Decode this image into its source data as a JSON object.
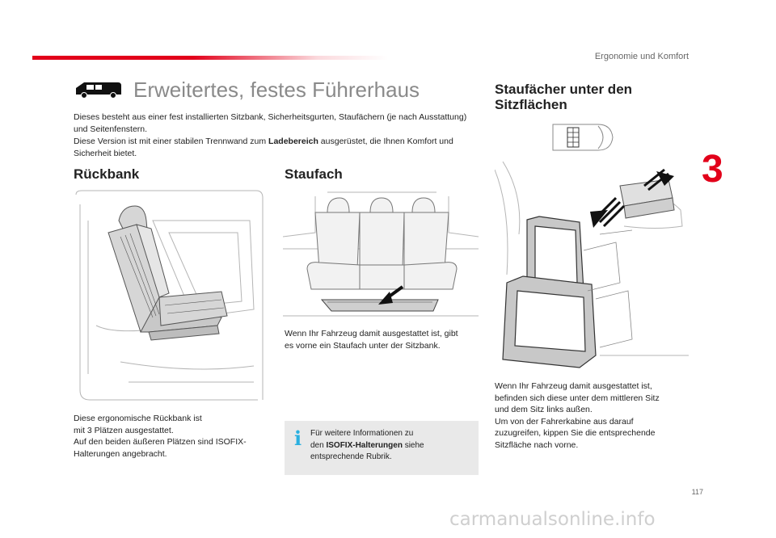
{
  "header": {
    "category": "Ergonomie und Komfort",
    "chapter": "3",
    "page": "117"
  },
  "title": "Erweitertes, festes Führerhaus",
  "intro": {
    "line1": "Dieses besteht aus einer fest installierten Sitzbank, Sicherheitsgurten, Staufächern (je nach Ausstattung) und Seitenfenstern.",
    "line2_pre": "Diese Version ist mit einer stabilen Trennwand zum ",
    "line2_bold": "Ladebereich",
    "line2_post": " ausgerüstet, die Ihnen Komfort und Sicherheit bietet."
  },
  "rueckbank": {
    "heading": "Rückbank",
    "text1": "Diese ergonomische Rückbank ist",
    "text2": "mit 3 Plätzen ausgestattet.",
    "text3": "Auf den beiden äußeren Plätzen sind ISOFIX-",
    "text4": "Halterungen angebracht."
  },
  "staufach": {
    "heading": "Staufach",
    "text1": "Wenn Ihr Fahrzeug damit ausgestattet ist, gibt",
    "text2": "es vorne ein Staufach unter der Sitzbank."
  },
  "info": {
    "icon": "i",
    "line1": "Für weitere Informationen zu",
    "line2_pre": "den ",
    "line2_bold": "ISOFIX-Halterungen",
    "line2_post": " siehe",
    "line3": "entsprechende Rubrik."
  },
  "staufaecher": {
    "heading1": "Staufächer unter den",
    "heading2": "Sitzflächen",
    "text1": "Wenn Ihr Fahrzeug damit ausgestattet ist,",
    "text2": "befinden sich diese unter dem mittleren Sitz",
    "text3": "und dem Sitz links außen.",
    "text4": "Um von der Fahrerkabine aus darauf",
    "text5": "zuzugreifen, kippen Sie die entsprechende",
    "text6": "Sitzfläche nach vorne."
  },
  "watermark": "carmanualsonline.info",
  "colors": {
    "accent": "#e2001a",
    "info": "#2ab0e0",
    "title_gray": "#8a8a8a"
  }
}
